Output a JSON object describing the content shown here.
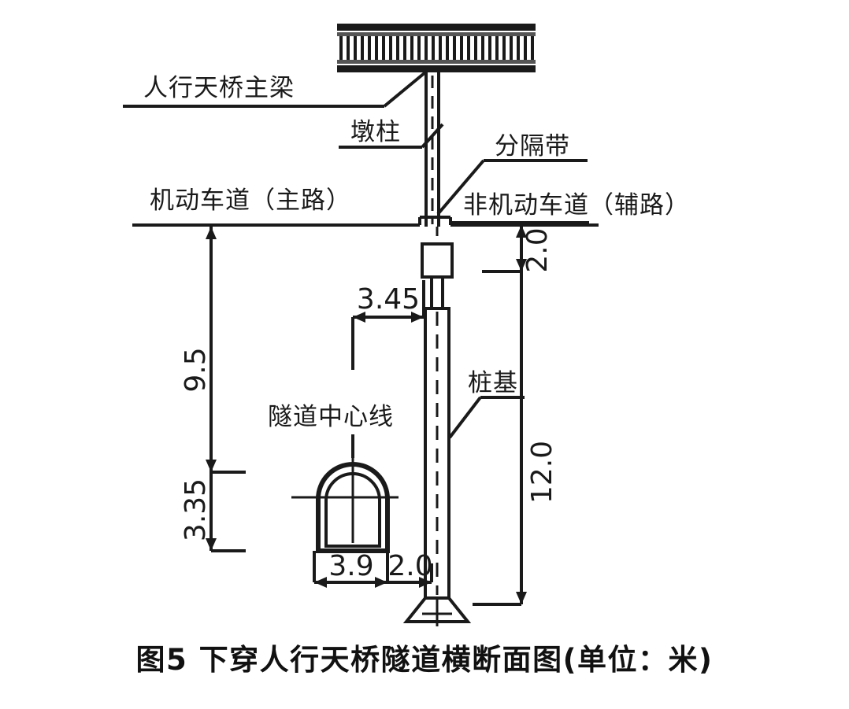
{
  "figure": {
    "caption": "图5  下穿人行天桥隧道横断面图(单位：米)",
    "caption_number": "图5",
    "caption_title": "下穿人行天桥隧道横断面图",
    "caption_unit": "(单位：米)",
    "unit": "米"
  },
  "labels": {
    "footbridge_girder": "人行天桥主梁",
    "pier_column": "墩柱",
    "median_strip": "分隔带",
    "motor_lane": "机动车道（主路）",
    "non_motor_lane": "非机动车道（辅路）",
    "tunnel_centerline": "隧道中心线",
    "pile_foundation": "桩基"
  },
  "dimensions": {
    "depth_to_tunnel_crown": "9.5",
    "tunnel_height": "3.35",
    "offset_centerline_to_pile": "3.45",
    "tunnel_width": "3.9",
    "clearance_tunnel_to_pile": "2.0",
    "median_to_pilecap": "2.0",
    "pile_length": "12.0"
  },
  "chart_data": {
    "type": "diagram",
    "title": "下穿人行天桥隧道横断面图",
    "unit": "米",
    "annotations": [
      {
        "name": "人行天桥主梁",
        "kind": "part-label"
      },
      {
        "name": "墩柱",
        "kind": "part-label"
      },
      {
        "name": "分隔带",
        "kind": "part-label"
      },
      {
        "name": "机动车道（主路）",
        "kind": "area-label"
      },
      {
        "name": "非机动车道（辅路）",
        "kind": "area-label"
      },
      {
        "name": "隧道中心线",
        "kind": "axis-label"
      },
      {
        "name": "桩基",
        "kind": "part-label"
      }
    ],
    "measurements": [
      {
        "label": "9.5",
        "orientation": "vertical",
        "meaning": "地面至隧道拱顶深度"
      },
      {
        "label": "3.35",
        "orientation": "vertical",
        "meaning": "隧道高度"
      },
      {
        "label": "3.45",
        "orientation": "horizontal",
        "meaning": "隧道中心线至桩基水平距离"
      },
      {
        "label": "3.9",
        "orientation": "horizontal",
        "meaning": "隧道宽度"
      },
      {
        "label": "2.0",
        "orientation": "horizontal",
        "meaning": "隧道边墙至桩基净距"
      },
      {
        "label": "2.0",
        "orientation": "vertical",
        "meaning": "地面至承台顶"
      },
      {
        "label": "12.0",
        "orientation": "vertical",
        "meaning": "桩基长度"
      }
    ]
  }
}
